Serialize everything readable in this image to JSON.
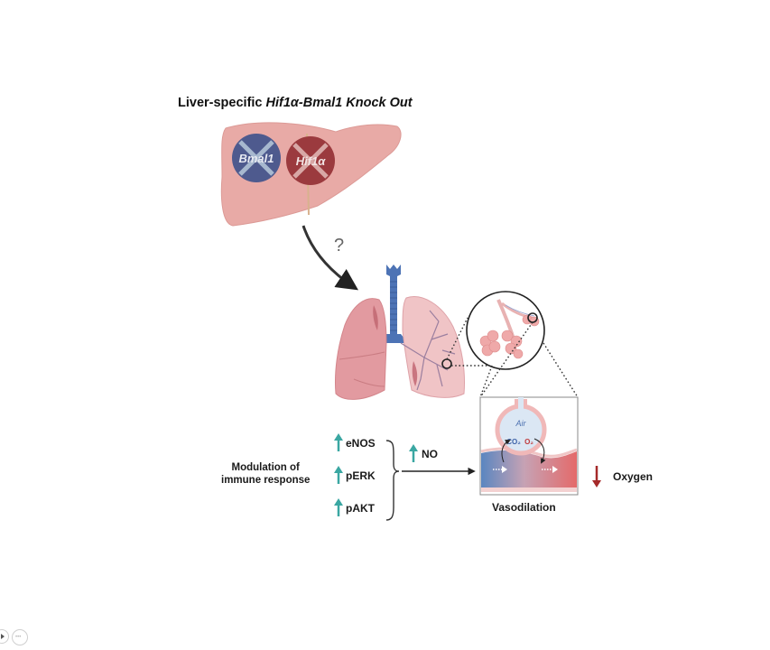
{
  "title": {
    "prefix": "Liver-specific ",
    "italic": "Hif1α-Bmal1 Knock Out"
  },
  "liver": {
    "knockouts": [
      {
        "label": "Bmal1",
        "color": "#4e5a8e"
      },
      {
        "label": "Hif1α",
        "color": "#9b3a3e"
      }
    ],
    "color": "#e8aaa6"
  },
  "transition": {
    "question_mark": "?"
  },
  "lungs": {
    "airway_color": "#4d73b5",
    "lung_color": "#e29aa0"
  },
  "pathway": {
    "context_label_line1": "Modulation of",
    "context_label_line2": "immune response",
    "markers": [
      {
        "label": "eNOS",
        "direction": "up"
      },
      {
        "label": "pERK",
        "direction": "up"
      },
      {
        "label": "pAKT",
        "direction": "up"
      }
    ],
    "result": {
      "label": "NO",
      "direction": "up"
    },
    "up_arrow_color": "#3aa7a2"
  },
  "alveolus_panel": {
    "air_label": "Air",
    "co2_label": "CO₂",
    "o2_label": "O₂",
    "caption": "Vasodilation"
  },
  "outcome": {
    "label": "Oxygen",
    "direction": "down",
    "arrow_color": "#a52a2a"
  },
  "controls": [
    {
      "icon": "play-icon"
    },
    {
      "icon": "more-icon"
    }
  ]
}
